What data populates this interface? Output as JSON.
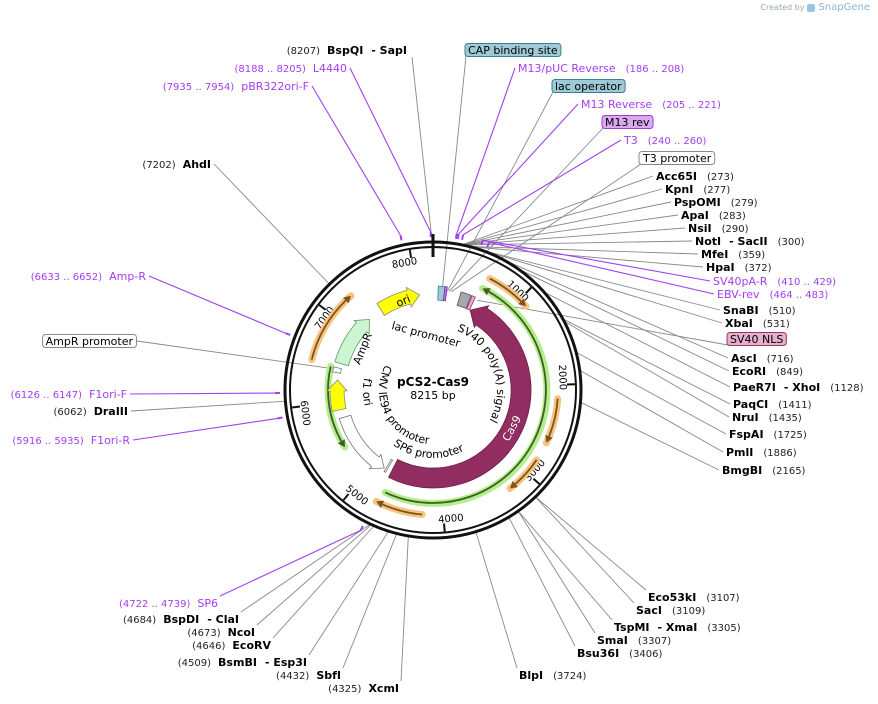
{
  "watermark": {
    "created_by": "Created by",
    "brand": "SnapGene"
  },
  "plasmid": {
    "name": "pCS2-Cas9",
    "length_label": "8215 bp",
    "length": 8215
  },
  "ruler": {
    "ticks": [
      "1000",
      "2000",
      "3000",
      "4000",
      "5000",
      "6000",
      "7000",
      "8000"
    ]
  },
  "colors": {
    "enzyme": "#000000",
    "primer": "#a53cf0",
    "cas9": "#922d62",
    "ori": "#ffff00",
    "ampr": "#ccf5d2",
    "orf_orange": "#f6c47e",
    "orf_green": "#b4ee8c"
  },
  "features": [
    {
      "label": "Cas9",
      "start": 4724,
      "end": 570,
      "type": "cds"
    },
    {
      "label": "ori",
      "start": 7462,
      "end": 8032,
      "type": "rep_origin"
    },
    {
      "label": "AmpR",
      "start": 6526,
      "end": 7256,
      "type": "cds"
    },
    {
      "label": "f1 ori",
      "start": 5887,
      "end": 6298,
      "type": "rep_origin"
    },
    {
      "label": "CMV IE94 promoter",
      "start": 5773,
      "end": 4838,
      "type": "promoter"
    },
    {
      "label": "SP6 promoter",
      "start": 4800,
      "end": 4780,
      "type": "promoter"
    },
    {
      "label": "lac promoter",
      "start": 68,
      "end": 160,
      "type": "promoter"
    },
    {
      "label": "SV40 poly(A) signal",
      "start": 365,
      "end": 502,
      "type": "polyA"
    }
  ],
  "orfs": [
    {
      "start": 4678,
      "end": 593,
      "color": "green"
    },
    {
      "start": 6458,
      "end": 5408,
      "color": "green"
    },
    {
      "start": 616,
      "end": 1095,
      "color": "orange"
    },
    {
      "start": 2145,
      "end": 2624,
      "color": "orange"
    },
    {
      "start": 2830,
      "end": 3240,
      "color": "orange"
    },
    {
      "start": 4222,
      "end": 4724,
      "color": "orange"
    },
    {
      "start": 6481,
      "end": 7279,
      "color": "orange"
    }
  ],
  "labels": [
    {
      "kind": "enzyme",
      "name": "BspQI",
      "name2": "- SapI",
      "loc": "(8207)",
      "p": 8207
    },
    {
      "kind": "primer",
      "name": "L4440",
      "loc": "(8188 .. 8205)",
      "p": 8196
    },
    {
      "kind": "primer",
      "name": "pBR322ori-F",
      "loc": "(7935 .. 7954)",
      "p": 7944
    },
    {
      "kind": "box",
      "name": "CAP binding site",
      "p": 120,
      "fill": "#9ec9d6",
      "stroke": "#3a7f90"
    },
    {
      "kind": "primer",
      "name": "M13/pUC Reverse",
      "loc": "(186 .. 208)",
      "p": 197
    },
    {
      "kind": "box",
      "name": "lac operator",
      "p": 190,
      "fill": "#9ec9d6",
      "stroke": "#3a7f90"
    },
    {
      "kind": "primer",
      "name": "M13 Reverse",
      "loc": "(205 .. 221)",
      "p": 213
    },
    {
      "kind": "box",
      "name": "M13 rev",
      "p": 213,
      "fill": "#d9a9f2",
      "stroke": "#9b3fcf"
    },
    {
      "kind": "primer",
      "name": "T3",
      "loc": "(240 .. 260)",
      "p": 250
    },
    {
      "kind": "box",
      "name": "T3 promoter",
      "p": 240,
      "fill": "#ffffff",
      "stroke": "#888888"
    },
    {
      "kind": "enzyme",
      "name": "Acc65I",
      "loc": "(273)",
      "p": 273
    },
    {
      "kind": "enzyme",
      "name": "KpnI",
      "loc": "(277)",
      "p": 277
    },
    {
      "kind": "enzyme",
      "name": "PspOMI",
      "loc": "(279)",
      "p": 279
    },
    {
      "kind": "enzyme",
      "name": "ApaI",
      "loc": "(283)",
      "p": 283
    },
    {
      "kind": "enzyme",
      "name": "NsiI",
      "loc": "(290)",
      "p": 290
    },
    {
      "kind": "enzyme",
      "name": "NotI",
      "name2": "- SacII",
      "loc": "(300)",
      "p": 300
    },
    {
      "kind": "enzyme",
      "name": "MfeI",
      "loc": "(359)",
      "p": 359
    },
    {
      "kind": "enzyme",
      "name": "HpaI",
      "loc": "(372)",
      "p": 372
    },
    {
      "kind": "primer",
      "name": "SV40pA-R",
      "loc": "(410 .. 429)",
      "p": 420
    },
    {
      "kind": "primer",
      "name": "EBV-rev",
      "loc": "(464 .. 483)",
      "p": 474
    },
    {
      "kind": "enzyme",
      "name": "SnaBI",
      "loc": "(510)",
      "p": 510
    },
    {
      "kind": "enzyme",
      "name": "XbaI",
      "loc": "(531)",
      "p": 531
    },
    {
      "kind": "box",
      "name": "SV40 NLS",
      "p": 600,
      "fill": "#e4b0cc",
      "stroke": "#a0306a"
    },
    {
      "kind": "enzyme",
      "name": "AscI",
      "loc": "(716)",
      "p": 716
    },
    {
      "kind": "enzyme",
      "name": "EcoRI",
      "loc": "(849)",
      "p": 849
    },
    {
      "kind": "enzyme",
      "name": "PaeR7I",
      "name2": "- XhoI",
      "loc": "(1128)",
      "p": 1128
    },
    {
      "kind": "enzyme",
      "name": "PaqCI",
      "loc": "(1411)",
      "p": 1411
    },
    {
      "kind": "enzyme",
      "name": "NruI",
      "loc": "(1435)",
      "p": 1435
    },
    {
      "kind": "enzyme",
      "name": "FspAI",
      "loc": "(1725)",
      "p": 1725
    },
    {
      "kind": "enzyme",
      "name": "PmlI",
      "loc": "(1886)",
      "p": 1886
    },
    {
      "kind": "enzyme",
      "name": "BmgBI",
      "loc": "(2165)",
      "p": 2165
    },
    {
      "kind": "enzyme",
      "name": "Eco53kI",
      "loc": "(3107)",
      "p": 3107
    },
    {
      "kind": "enzyme",
      "name": "SacI",
      "loc": "(3109)",
      "p": 3109
    },
    {
      "kind": "enzyme",
      "name": "TspMI",
      "name2": "- XmaI",
      "loc": "(3305)",
      "p": 3305
    },
    {
      "kind": "enzyme",
      "name": "SmaI",
      "loc": "(3307)",
      "p": 3307
    },
    {
      "kind": "enzyme",
      "name": "Bsu36I",
      "loc": "(3406)",
      "p": 3406
    },
    {
      "kind": "enzyme",
      "name": "BlpI",
      "loc": "(3724)",
      "p": 3724
    },
    {
      "kind": "enzyme",
      "name": "XcmI",
      "loc": "(4325)",
      "p": 4325
    },
    {
      "kind": "enzyme",
      "name": "SbfI",
      "loc": "(4432)",
      "p": 4432
    },
    {
      "kind": "enzyme",
      "name": "BsmBI",
      "name2": "- Esp3I",
      "loc": "(4509)",
      "p": 4509
    },
    {
      "kind": "enzyme",
      "name": "EcoRV",
      "loc": "(4646)",
      "p": 4646
    },
    {
      "kind": "enzyme",
      "name": "NcoI",
      "loc": "(4673)",
      "p": 4673
    },
    {
      "kind": "enzyme",
      "name": "BspDI",
      "name2": "- ClaI",
      "loc": "(4684)",
      "p": 4684
    },
    {
      "kind": "primer",
      "name": "SP6",
      "loc": "(4722 .. 4739)",
      "p": 4730
    },
    {
      "kind": "primer",
      "name": "F1ori-R",
      "loc": "(5916 .. 5935)",
      "p": 5925
    },
    {
      "kind": "enzyme",
      "name": "DraIII",
      "loc": "(6062)",
      "p": 6062
    },
    {
      "kind": "primer",
      "name": "F1ori-F",
      "loc": "(6126 .. 6147)",
      "p": 6136
    },
    {
      "kind": "box",
      "name": "AmpR promoter",
      "p": 6440,
      "fill": "#ffffff",
      "stroke": "#888888"
    },
    {
      "kind": "primer",
      "name": "Amp-R",
      "loc": "(6633 .. 6652)",
      "p": 6642
    },
    {
      "kind": "enzyme",
      "name": "AhdI",
      "loc": "(7202)",
      "p": 7202
    }
  ]
}
